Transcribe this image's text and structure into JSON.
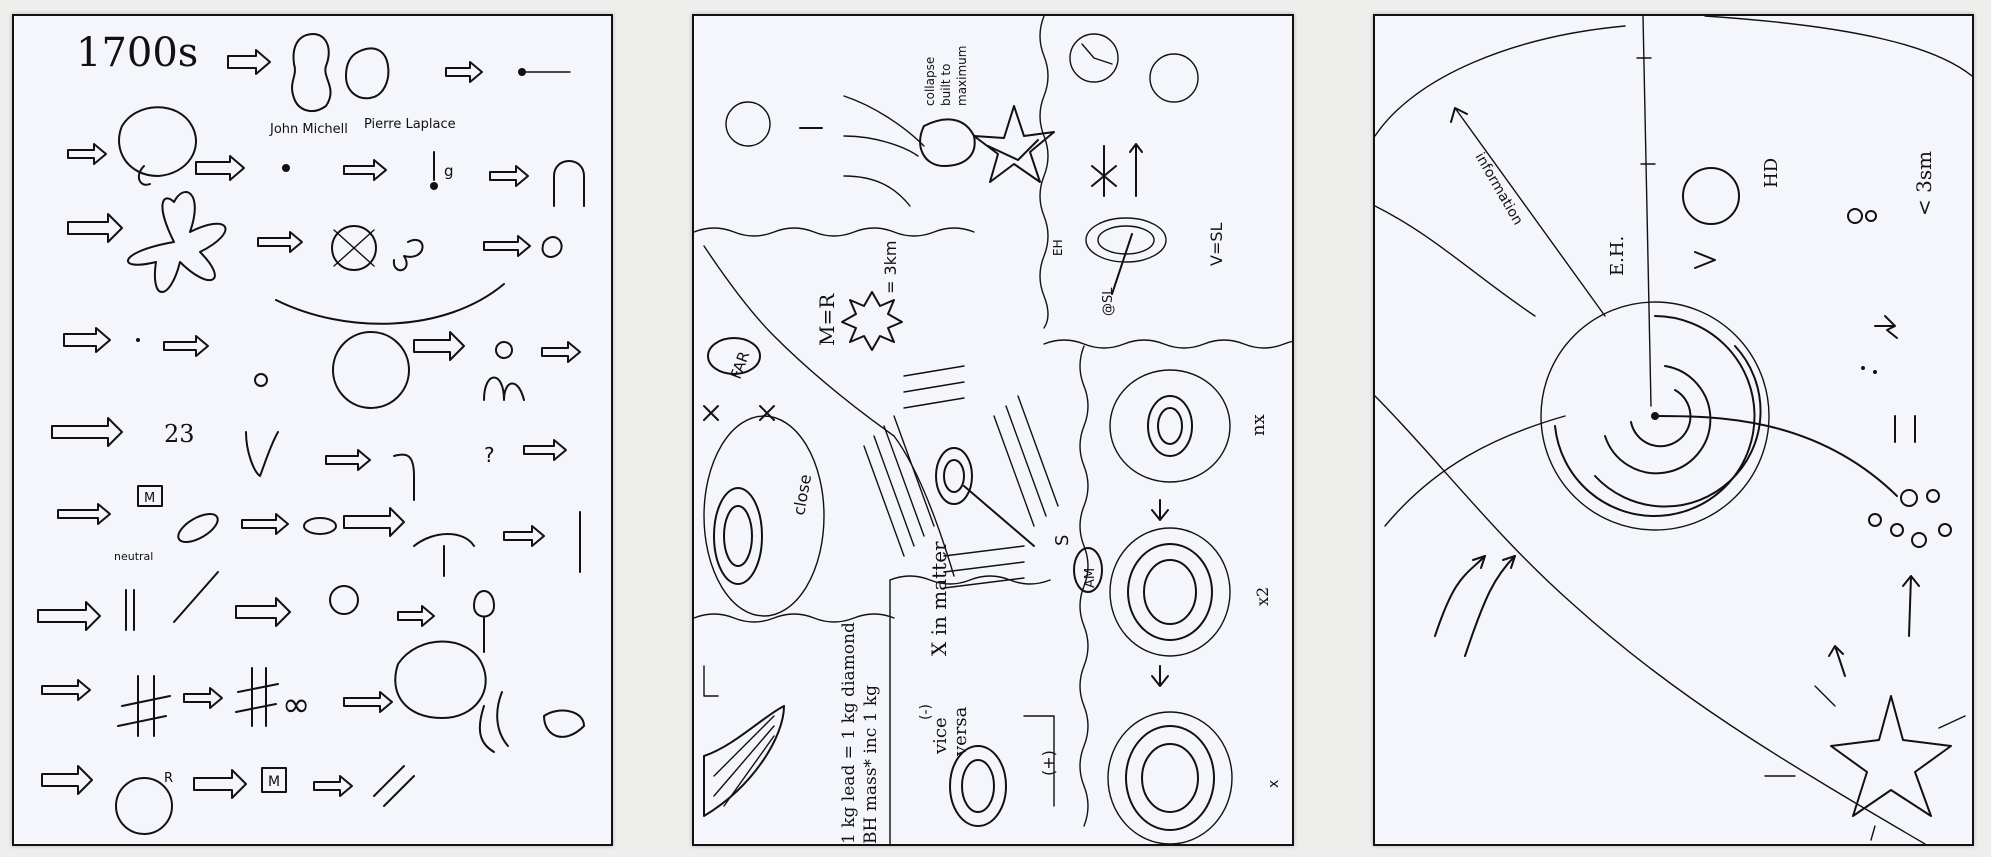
{
  "panel_1": {
    "heading": "1700s",
    "name_left": "John Michell",
    "name_right": "Pierre Laplace",
    "label_g": "g",
    "label_m1": "M",
    "label_neutral": "neutral",
    "label_m2": "M",
    "label_r": "R"
  },
  "panel_2": {
    "collapse": [
      "collapse",
      "built to",
      "maximum"
    ],
    "eh": "EH",
    "v_eq": "V=SL",
    "at_sl": "@SL",
    "m_eq_r": "M=R",
    "three_km": "= 3km",
    "far": "FAR",
    "close": "close",
    "s": "S",
    "am": "AM",
    "nx": "nx",
    "x2": "x2",
    "x_small": "x",
    "x_in_matter": "X in matter",
    "vice_versa": [
      "vice",
      "versa"
    ],
    "plus": "(+)",
    "minus": "(-)",
    "lead_line_1": "1 kg lead = 1 kg diamond",
    "lead_line_2": "BH mass* inc 1 kg"
  },
  "panel_3": {
    "information": "information",
    "eh": "E.H.",
    "hd": "HD",
    "three_sm": "< 3sm"
  }
}
